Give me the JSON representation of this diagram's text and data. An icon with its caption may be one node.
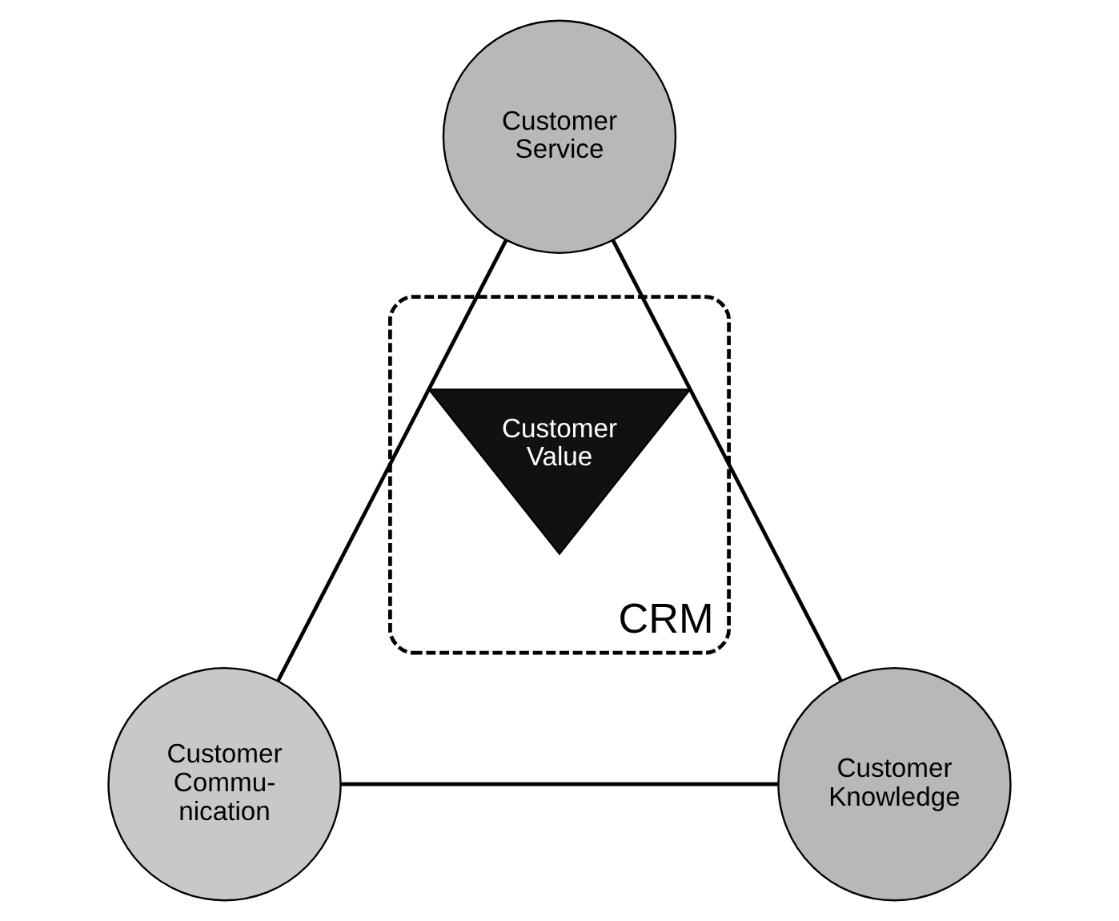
{
  "diagram": {
    "nodes": [
      {
        "text": [
          "CRM"
        ]
      },
      {
        "text": [
          "Customer Service"
        ]
      },
      {
        "text": [
          "Customer Value"
        ],
        "in": 0
      },
      {
        "text": [
          "Customer Commu- nication"
        ]
      },
      {
        "text": [
          "Customer Knowledge"
        ]
      }
    ],
    "edges": [
      {
        "from": 1,
        "to": 3,
        "arrow": "none"
      },
      {
        "from": 1,
        "to": 4,
        "arrow": "none"
      },
      {
        "from": 3,
        "to": 4,
        "arrow": "none"
      }
    ]
  }
}
